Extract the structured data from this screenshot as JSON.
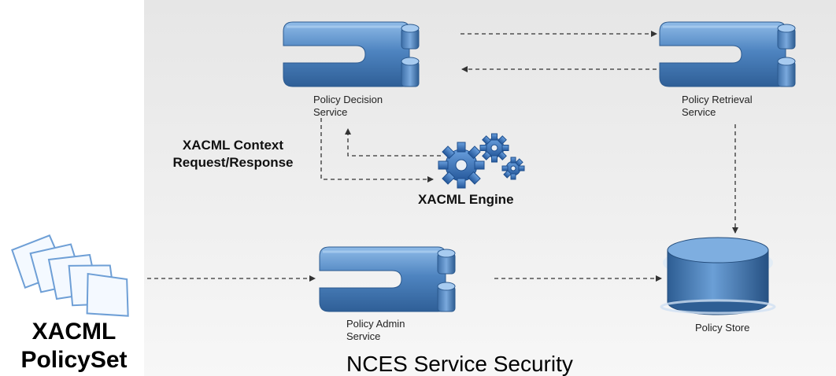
{
  "nodes": {
    "pds": {
      "line1": "Policy Decision",
      "line2": "Service"
    },
    "prs": {
      "line1": "Policy Retrieval",
      "line2": "Service"
    },
    "pas": {
      "line1": "Policy Admin",
      "line2": "Service"
    },
    "store": {
      "label": "Policy Store"
    },
    "engine": {
      "label": "XACML Engine"
    },
    "policyset": {
      "line1": "XACML",
      "line2": "PolicySet"
    }
  },
  "edges": {
    "context": {
      "line1": "XACML Context",
      "line2": "Request/Response"
    }
  },
  "footer": {
    "title": "NCES Service Security"
  },
  "colors": {
    "component": "#3f72ad",
    "component_light": "#7faee0",
    "store": "#5c8fc7",
    "arrow": "#333333"
  }
}
